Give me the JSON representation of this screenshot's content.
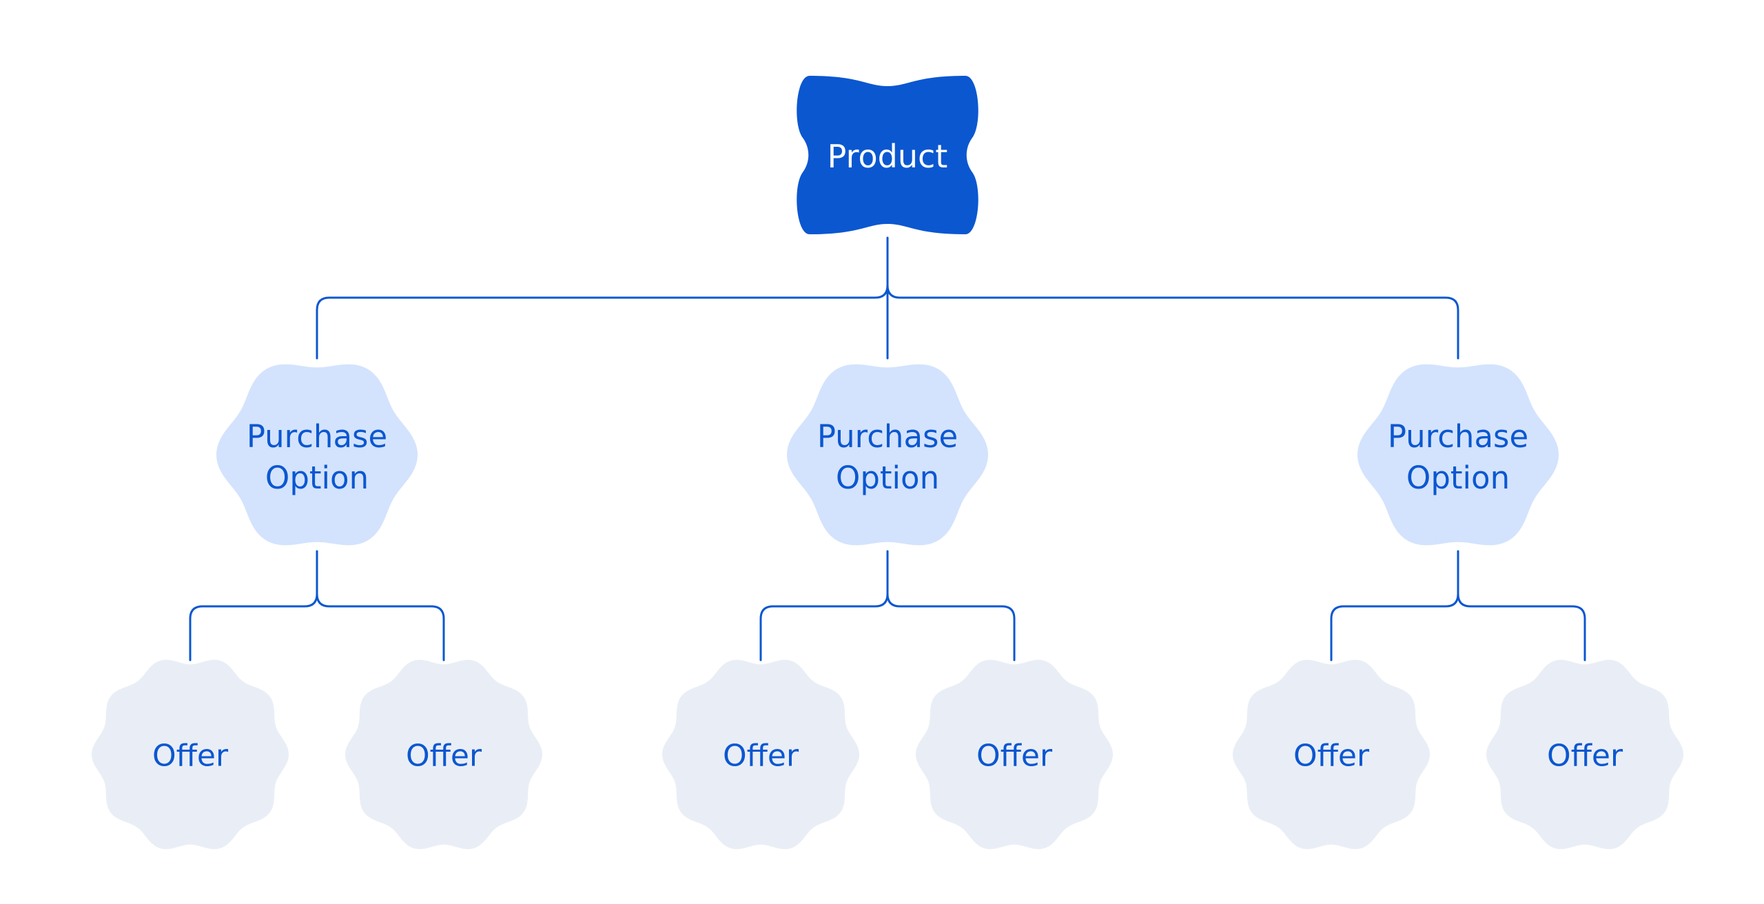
{
  "diagram": {
    "root": {
      "label": "Product"
    },
    "purchase_options": [
      {
        "label_lines": [
          "Purchase",
          "Option"
        ],
        "offers": [
          {
            "label": "Offer"
          },
          {
            "label": "Offer"
          }
        ]
      },
      {
        "label_lines": [
          "Purchase",
          "Option"
        ],
        "offers": [
          {
            "label": "Offer"
          },
          {
            "label": "Offer"
          }
        ]
      },
      {
        "label_lines": [
          "Purchase",
          "Option"
        ],
        "offers": [
          {
            "label": "Offer"
          },
          {
            "label": "Offer"
          }
        ]
      }
    ]
  },
  "colors": {
    "root_fill": "#0b57d0",
    "root_text": "#ffffff",
    "option_fill": "#d3e3fd",
    "option_text": "#0b57d0",
    "offer_fill": "#e9eef6",
    "offer_text": "#0b57d0",
    "connector": "#0b57d0"
  },
  "icons": {
    "root_shape": "four-lobe-blob-icon",
    "option_shape": "scalloped-flower-icon",
    "offer_shape": "scalloped-badge-icon"
  }
}
